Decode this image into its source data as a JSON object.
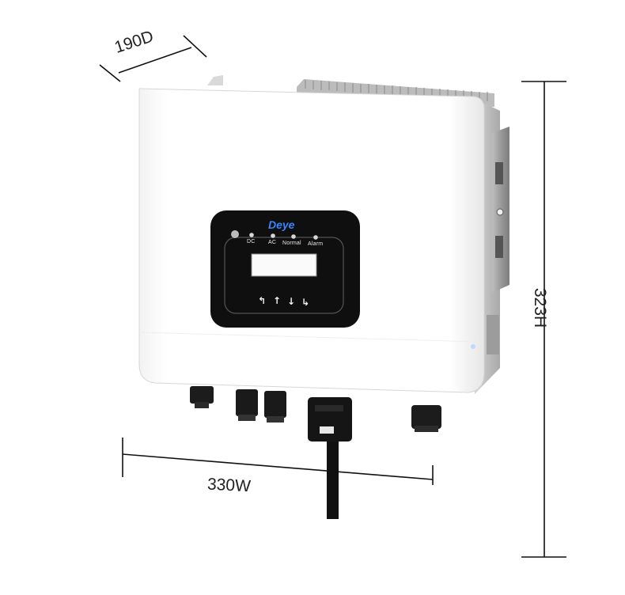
{
  "dimensions": {
    "depth_label": "190D",
    "width_label": "330W",
    "height_label": "323H"
  },
  "inverter": {
    "brand": "Deye",
    "indicators": [
      "DC",
      "AC",
      "Normal",
      "Alarm"
    ],
    "buttons": [
      {
        "icon": "escape-arrow-icon",
        "glyph": "↰"
      },
      {
        "icon": "arrow-up-icon",
        "glyph": "↑"
      },
      {
        "icon": "arrow-down-icon",
        "glyph": "↓"
      },
      {
        "icon": "enter-arrow-icon",
        "glyph": "↳"
      }
    ]
  },
  "colors": {
    "body": "#ffffff",
    "panel": "#0f0f0f",
    "brand_blue": "#3a84ff",
    "heatsink": "#c8c8c8"
  }
}
